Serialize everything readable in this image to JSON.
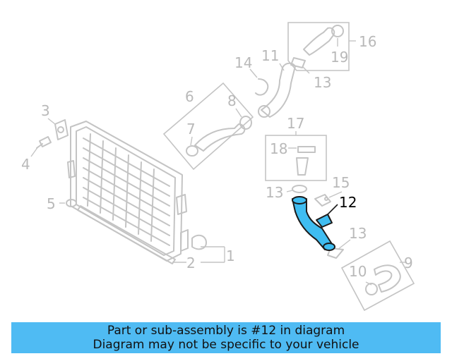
{
  "caption": {
    "line1": "Part or sub-assembly is #12 in diagram",
    "line2": "Diagram may not be specific to your vehicle"
  },
  "callouts": {
    "c1": "1",
    "c2": "2",
    "c3": "3",
    "c4": "4",
    "c5": "5",
    "c6": "6",
    "c7": "7",
    "c8": "8",
    "c9": "9",
    "c10": "10",
    "c11": "11",
    "c12": "12",
    "c13a": "13",
    "c13b": "13",
    "c13c": "13",
    "c14": "14",
    "c15": "15",
    "c16": "16",
    "c17": "17",
    "c18": "18",
    "c19": "19"
  },
  "highlight": {
    "part_number": "12",
    "color": "#3fbdf1"
  },
  "colors": {
    "linework": "#c4c4c4",
    "caption_bg": "#4fbbf3"
  }
}
